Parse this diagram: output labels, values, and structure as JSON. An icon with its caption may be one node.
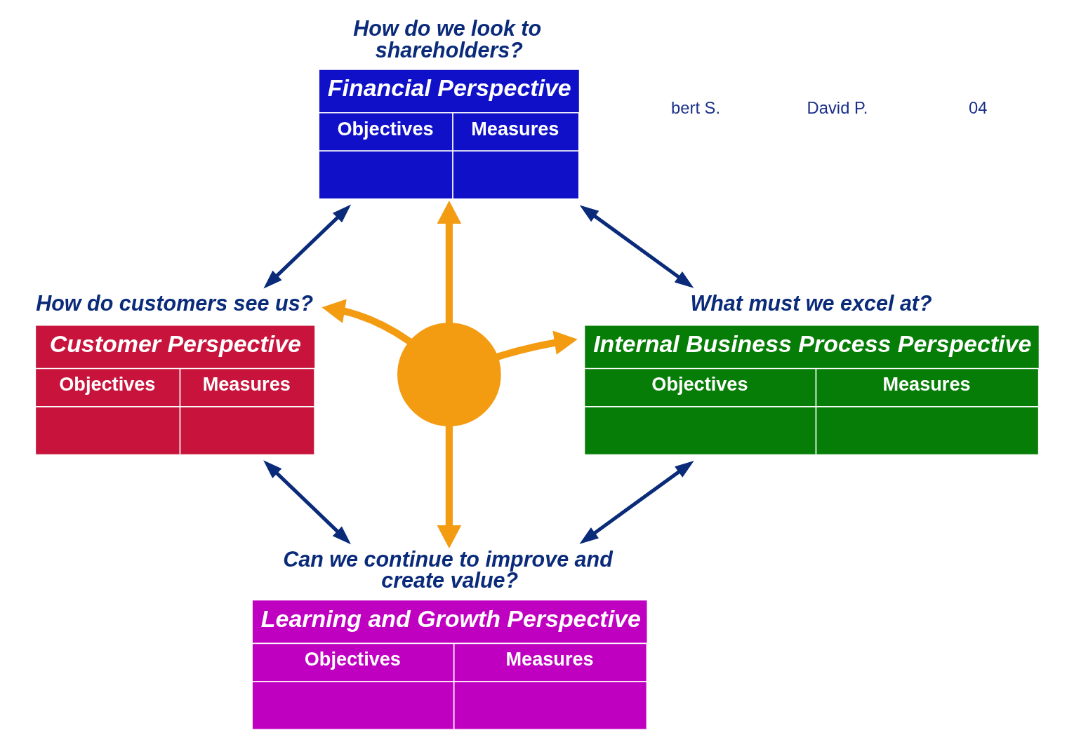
{
  "diagram": {
    "nodes": [
      {
        "text": [
          "Financial Perspective",
          "Objectives",
          "Measures"
        ],
        "beside": [
          "How do we look to shareholders?"
        ]
      },
      {
        "text": [
          "Customer Perspective",
          "Objectives",
          "Measures"
        ],
        "beside": [
          "How do customers see us?"
        ]
      },
      {
        "text": [],
        "shape": "cross"
      },
      {
        "text": [
          "Internal Business Process Perspective",
          "Objectives",
          "Measures"
        ],
        "beside": [
          "What must we excel at?"
        ]
      },
      {
        "text": [
          "Learning and Growth Perspective",
          "Objectives",
          "Measures"
        ],
        "beside": [
          "Can we continue to improve and create value?"
        ]
      }
    ],
    "edges": [
      {
        "from": 0,
        "to": 3,
        "arrow": "both"
      },
      {
        "from": 3,
        "to": 4,
        "arrow": "both"
      },
      {
        "from": 4,
        "to": 1,
        "arrow": "both"
      },
      {
        "from": 1,
        "to": 0,
        "arrow": "both"
      },
      {
        "from": 2,
        "to": 0,
        "arrow": "to",
        "style": "thick",
        "color": "#f39c12"
      },
      {
        "from": 2,
        "to": 1,
        "arrow": "to",
        "style": "thick",
        "color": "#f39c12"
      },
      {
        "from": 2,
        "to": 3,
        "arrow": "to",
        "style": "thick",
        "color": "#f39c12"
      },
      {
        "from": 2,
        "to": 4,
        "arrow": "to",
        "style": "thick",
        "color": "#f39c12"
      }
    ],
    "labels": [
      "bert S.",
      "David P.",
      "04"
    ]
  }
}
